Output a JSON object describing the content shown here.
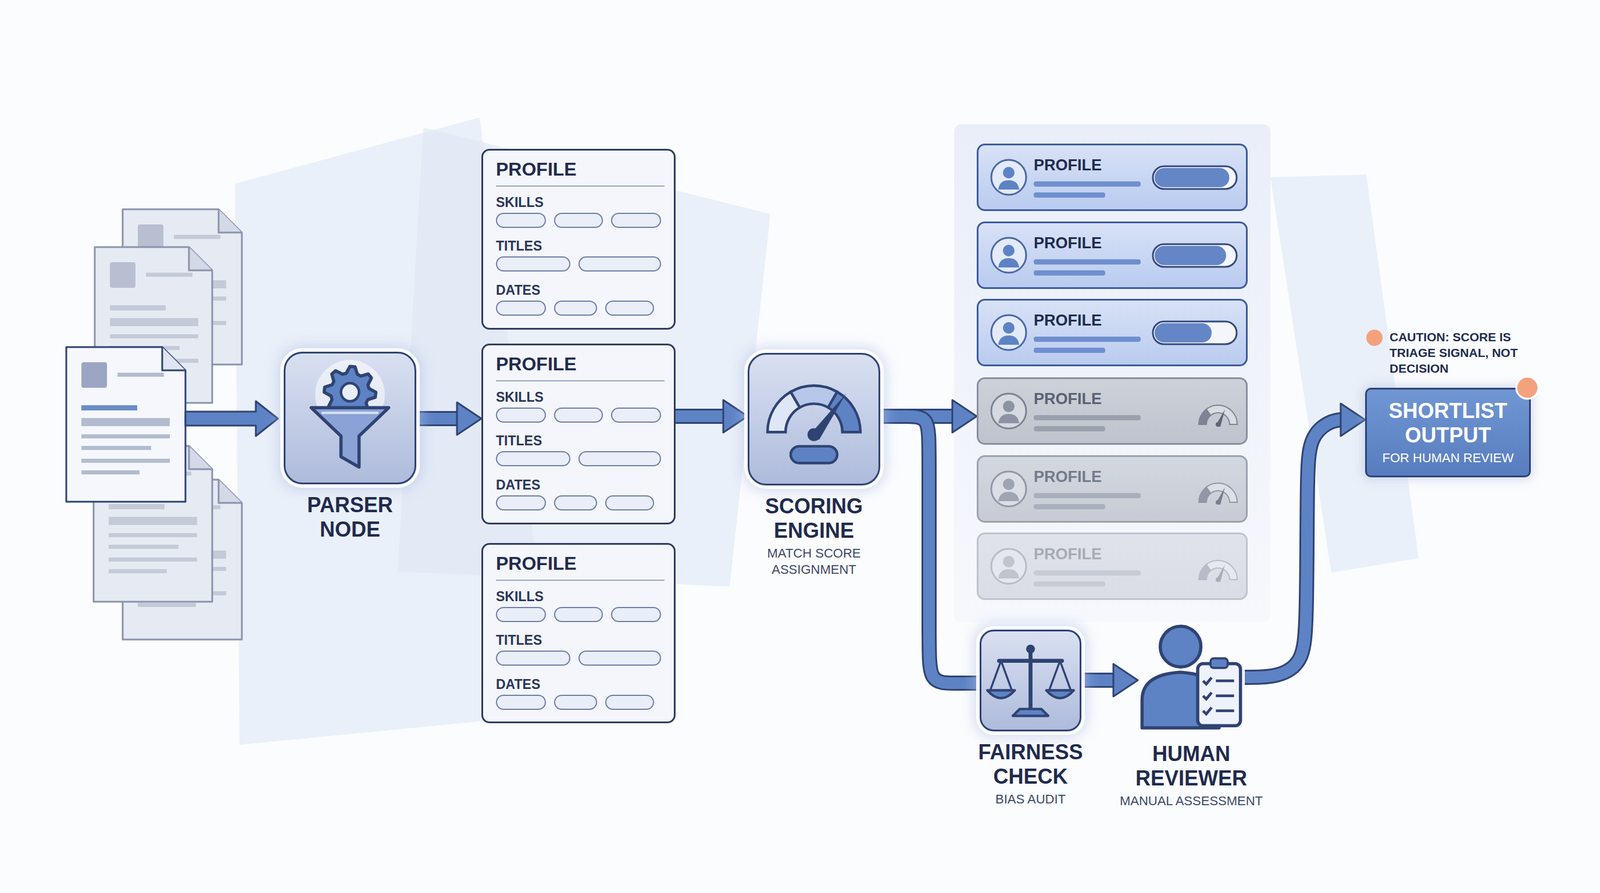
{
  "diagram": {
    "nodes": [
      {
        "text": [
          "PARSER NODE"
        ]
      },
      {
        "text": [
          "PROFILE",
          "SKILLS",
          "TITLES",
          "DATES"
        ]
      },
      {
        "text": [
          "PROFILE",
          "SKILLS",
          "TITLES",
          "DATES"
        ]
      },
      {
        "text": [
          "PROFILE",
          "SKILLS",
          "TITLES",
          "DATES"
        ]
      },
      {
        "text": [
          "SCORING ENGINE",
          "MATCH SCORE ASSIGNMENT"
        ]
      },
      {
        "text": [
          "PROFILE"
        ]
      },
      {
        "text": [
          "PROFILE"
        ]
      },
      {
        "text": [
          "PROFILE"
        ]
      },
      {
        "text": [
          "PROFILE"
        ]
      },
      {
        "text": [
          "PROFILE"
        ]
      },
      {
        "text": [
          "PROFILE"
        ]
      },
      {
        "text": [
          "FAIRNESS CHECK",
          "BIAS AUDIT"
        ]
      },
      {
        "text": [
          "HUMAN REVIEWER",
          "MANUAL ASSESSMENT"
        ]
      },
      {
        "text": [
          "SHORTLIST OUTPUT",
          "FOR HUMAN REVIEW"
        ]
      }
    ],
    "edges": [
      {
        "from": 0,
        "to": 2,
        "arrow": "to"
      },
      {
        "from": 2,
        "to": 4,
        "arrow": "to"
      },
      {
        "from": 4,
        "to": 8,
        "arrow": "to"
      },
      {
        "from": 4,
        "to": 11,
        "arrow": "none"
      },
      {
        "from": 11,
        "to": 12,
        "arrow": "to"
      },
      {
        "from": 12,
        "to": 13,
        "arrow": "to"
      }
    ],
    "labels": [
      "CAUTION: SCORE IS TRIAGE SIGNAL, NOT DECISION"
    ]
  }
}
